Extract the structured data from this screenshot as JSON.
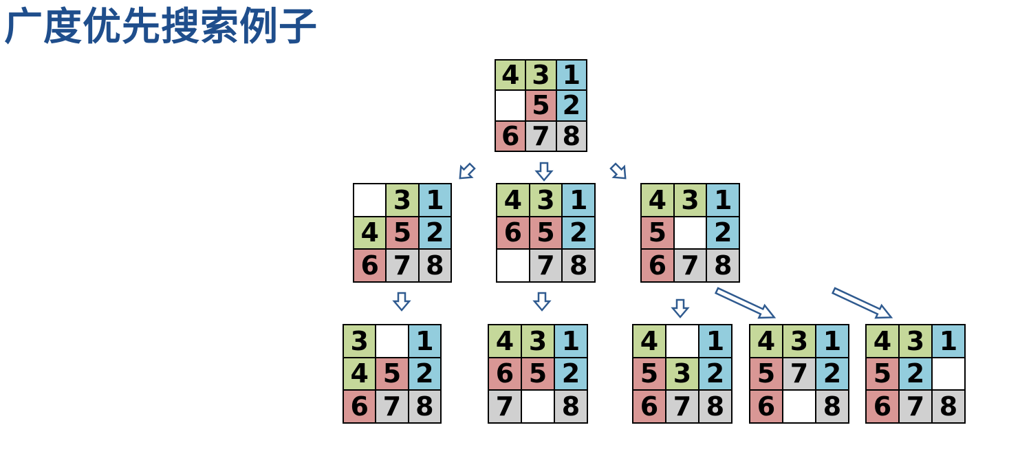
{
  "title": "广度优先搜索例子",
  "colors": {
    "title": "#1f4e8c",
    "arrow": "#2f5a8f",
    "green": "#c5d89a",
    "red": "#d99795",
    "blue": "#93cddd",
    "gray": "#d0d0d0"
  },
  "boards": [
    [
      "4",
      "3",
      "1",
      "",
      "5",
      "2",
      "6",
      "7",
      "8"
    ],
    [
      "",
      "3",
      "1",
      "4",
      "5",
      "2",
      "6",
      "7",
      "8"
    ],
    [
      "4",
      "3",
      "1",
      "6",
      "5",
      "2",
      "",
      "7",
      "8"
    ],
    [
      "4",
      "3",
      "1",
      "5",
      "",
      "2",
      "6",
      "7",
      "8"
    ],
    [
      "3",
      "",
      "1",
      "4",
      "5",
      "2",
      "6",
      "7",
      "8"
    ],
    [
      "4",
      "3",
      "1",
      "6",
      "5",
      "2",
      "7",
      "",
      "8"
    ],
    [
      "4",
      "",
      "1",
      "5",
      "3",
      "2",
      "6",
      "7",
      "8"
    ],
    [
      "4",
      "3",
      "1",
      "5",
      "7",
      "2",
      "6",
      "",
      "8"
    ],
    [
      "4",
      "3",
      "1",
      "5",
      "2",
      "",
      "6",
      "7",
      "8"
    ]
  ]
}
